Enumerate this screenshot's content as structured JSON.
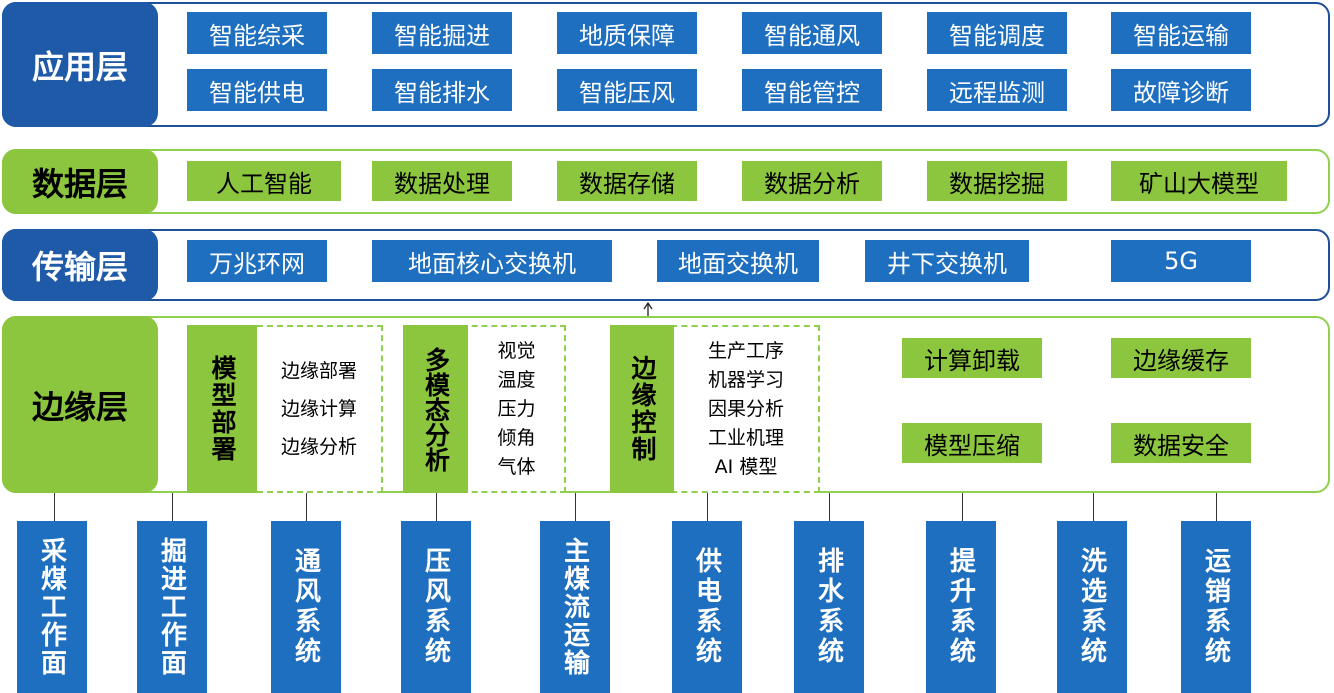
{
  "application": {
    "label": "应用层",
    "items": [
      "智能综采",
      "智能掘进",
      "地质保障",
      "智能通风",
      "智能调度",
      "智能运输",
      "智能供电",
      "智能排水",
      "智能压风",
      "智能管控",
      "远程监测",
      "故障诊断"
    ]
  },
  "data_layer": {
    "label": "数据层",
    "items": [
      "人工智能",
      "数据处理",
      "数据存储",
      "数据分析",
      "数据挖掘",
      "矿山大模型"
    ]
  },
  "transport": {
    "label": "传输层",
    "items": [
      "万兆环网",
      "地面核心交换机",
      "地面交换机",
      "井下交换机",
      "5G"
    ]
  },
  "edge": {
    "label": "边缘层",
    "groups": [
      {
        "title": "模型部署",
        "items": [
          "边缘部署",
          "边缘计算",
          "边缘分析"
        ]
      },
      {
        "title": "多模态分析",
        "items": [
          "视觉",
          "温度",
          "压力",
          "倾角",
          "气体"
        ]
      },
      {
        "title": "边缘控制",
        "items": [
          "生产工序",
          "机器学习",
          "因果分析",
          "工业机理",
          "AI 模型"
        ]
      }
    ],
    "chips": [
      "计算卸载",
      "边缘缓存",
      "模型压缩",
      "数据安全"
    ]
  },
  "systems": [
    "采煤工作面",
    "掘进工作面",
    "通风系统",
    "压风系统",
    "主煤流运输",
    "供电系统",
    "排水系统",
    "提升系统",
    "洗选系统",
    "运销系统"
  ],
  "colors": {
    "blue_dark": "#1f5aa8",
    "blue_chip": "#1e6fc0",
    "green": "#8cc63f",
    "green_border": "#8fd14f"
  }
}
